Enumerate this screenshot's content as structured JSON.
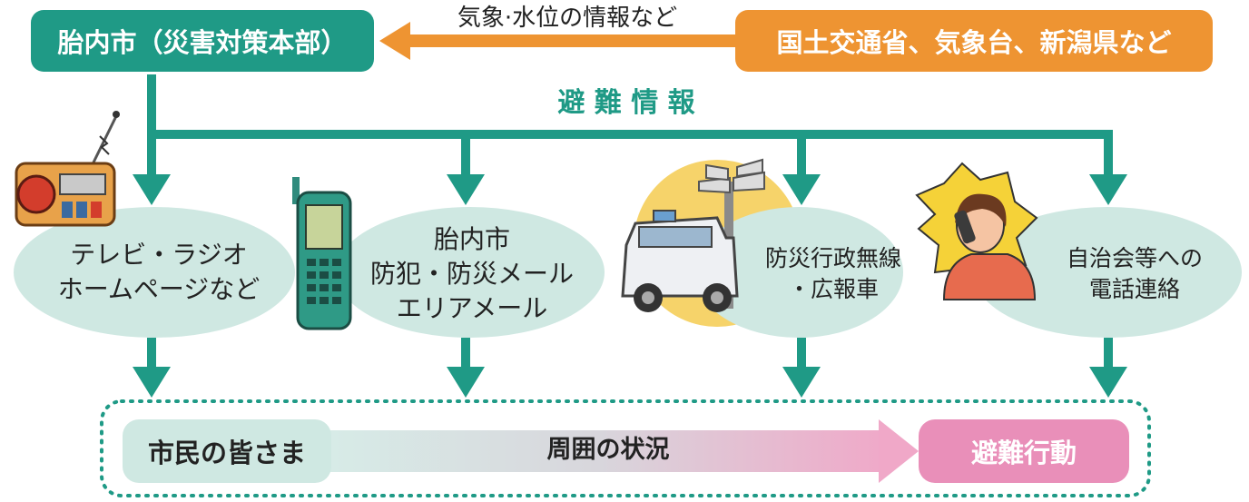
{
  "top_left_box": {
    "label": "胎内市（災害対策本部）",
    "color": "#1f9a86"
  },
  "top_right_box": {
    "label": "国土交通省、気象台、新潟県など",
    "color": "#ee9432"
  },
  "info_arrow_label": "気象·水位の情報など",
  "evac_info_label": "避 難 情 報",
  "channels": [
    {
      "lines": [
        "テレビ・ラジオ",
        "ホームページなど"
      ],
      "icon": "radio-icon"
    },
    {
      "lines": [
        "胎内市",
        "防犯・防災メール",
        "エリアメール"
      ],
      "icon": "mobile-phone-icon"
    },
    {
      "lines": [
        "防災行政無線",
        "・広報車"
      ],
      "icon": "loudspeaker-van-icon"
    },
    {
      "lines": [
        "自治会等への",
        "電話連絡"
      ],
      "icon": "woman-on-phone-icon"
    }
  ],
  "bottom": {
    "citizens": "市民の皆さま",
    "situation": "周囲の状況",
    "action": "避難行動"
  },
  "colors": {
    "teal": "#1f9a86",
    "orange": "#ee9432",
    "ellipse": "#cfe8e2",
    "pink": "#e98fb9",
    "citizens_box": "#cfe8e2"
  }
}
